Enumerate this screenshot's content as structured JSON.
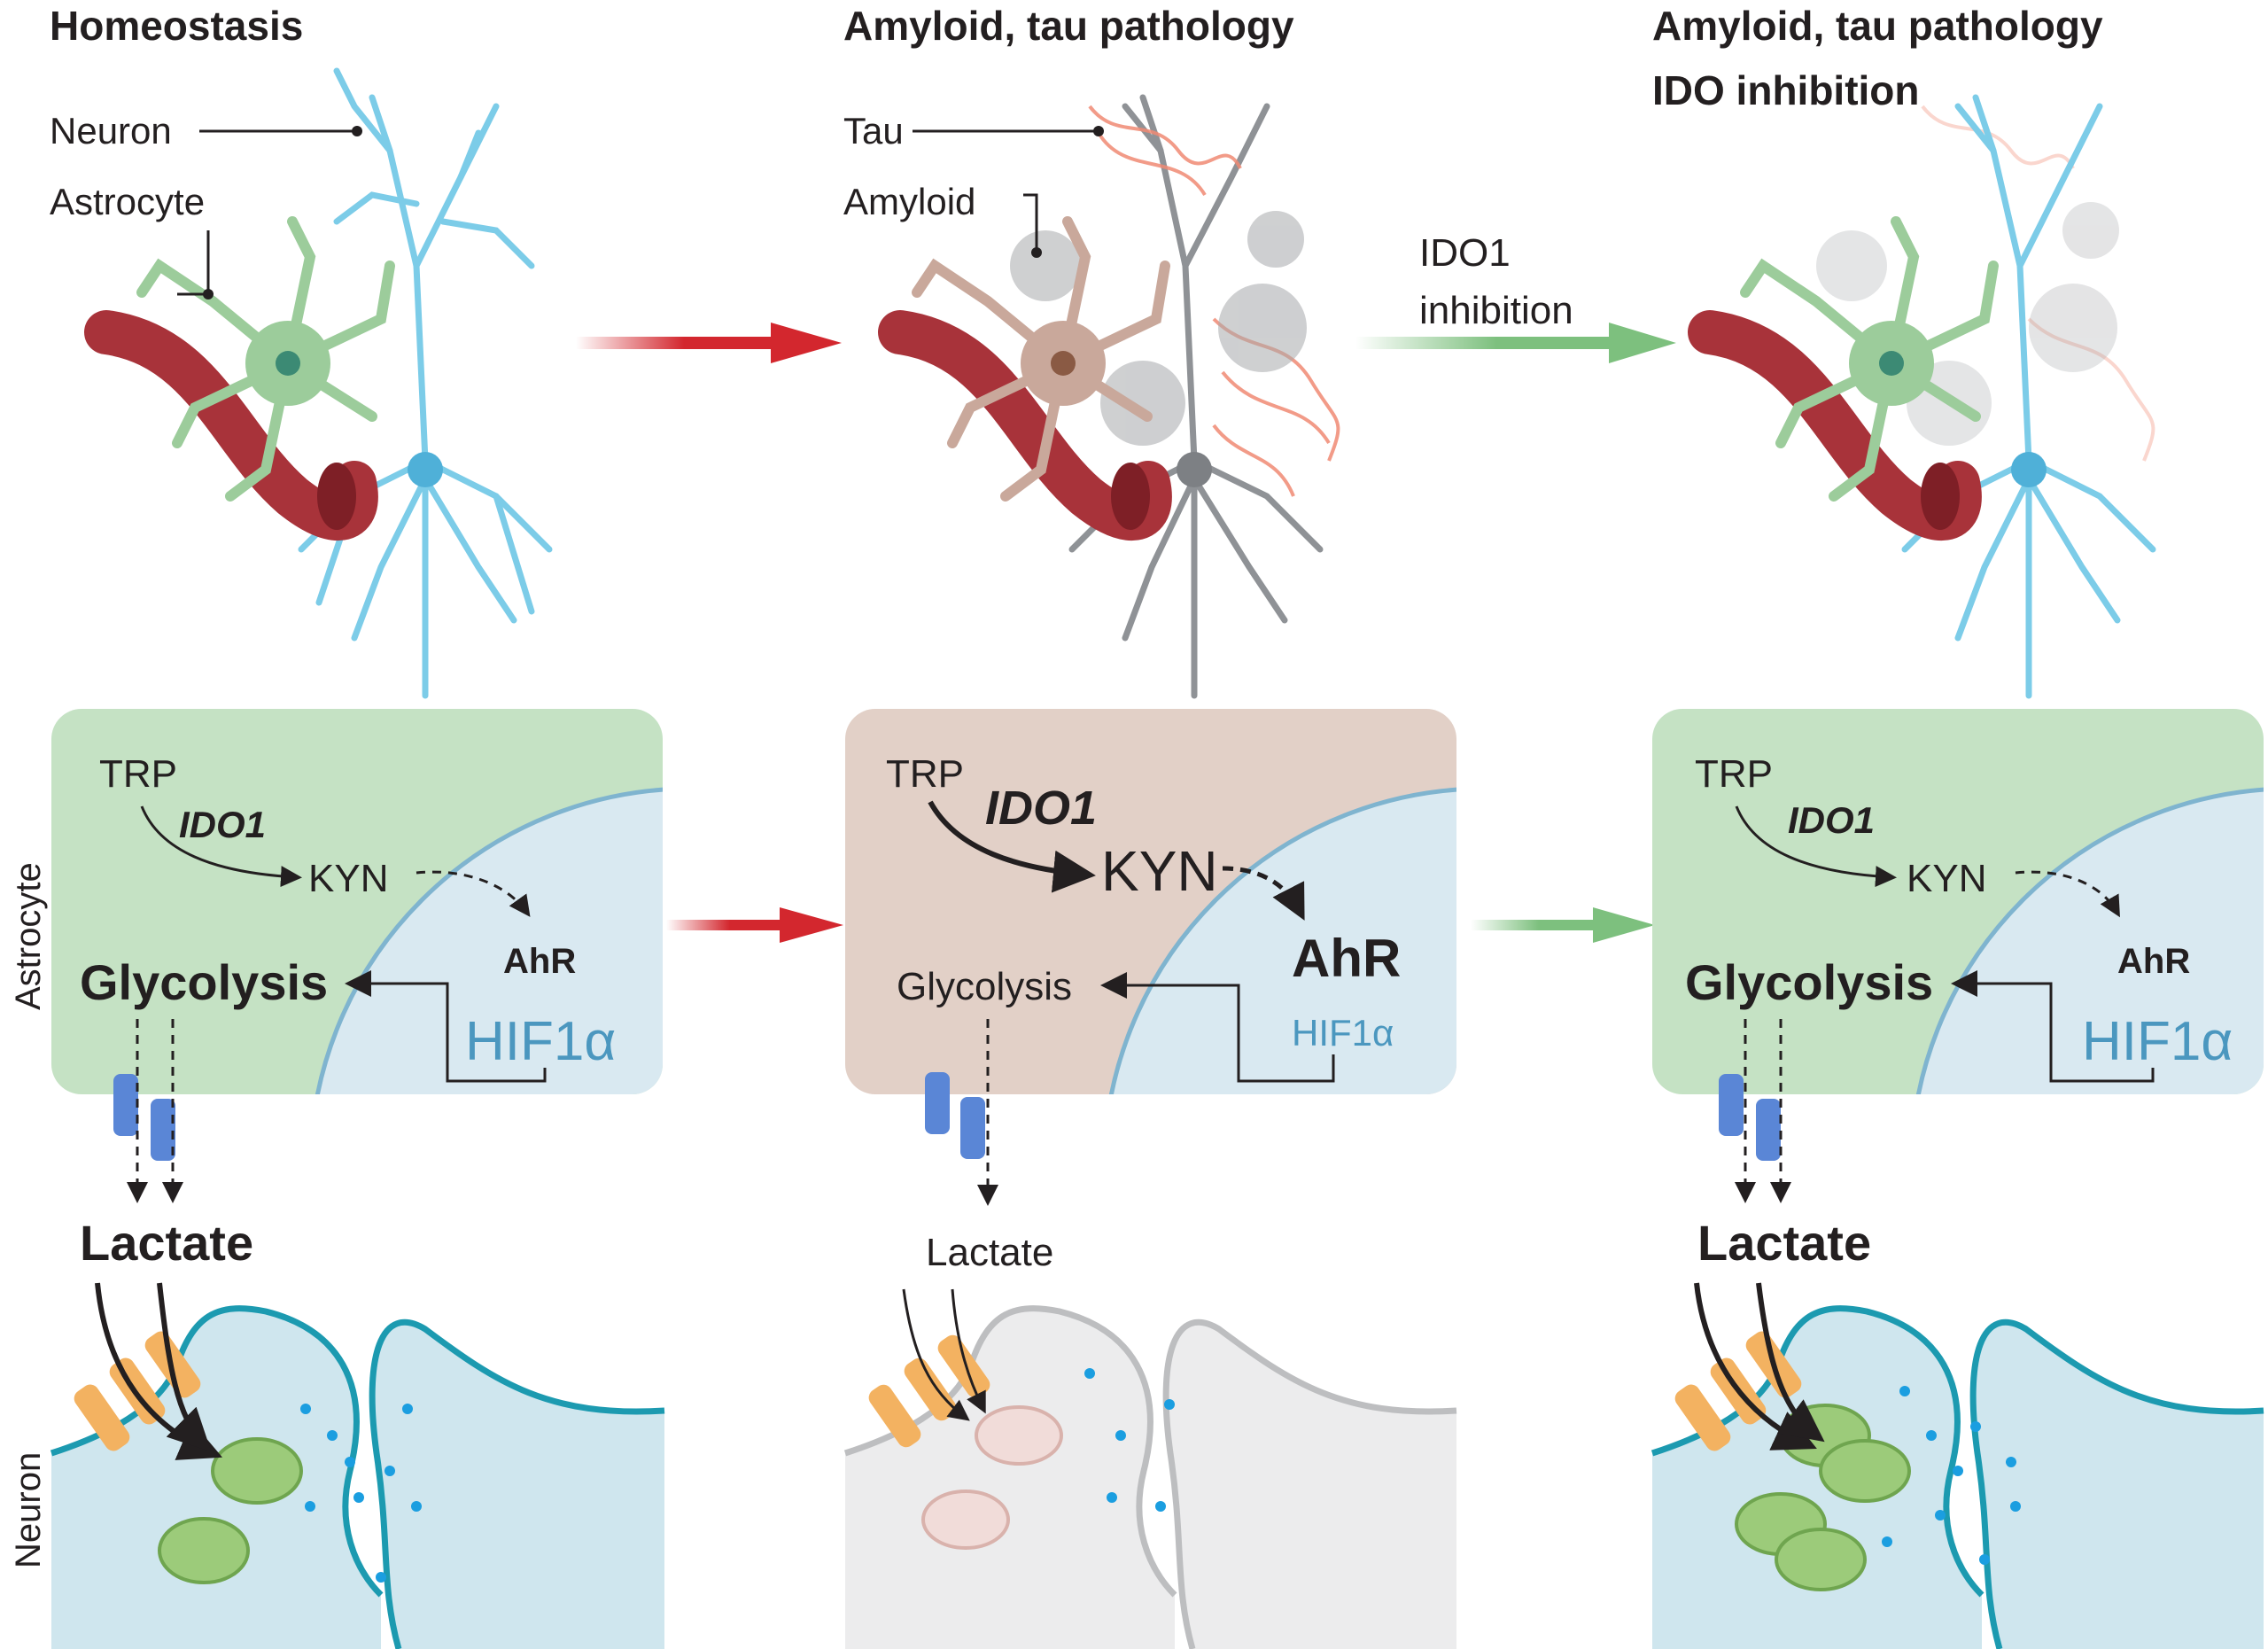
{
  "colors": {
    "astro_green": "#9ccc9b",
    "astro_green_fill": "#c5e2c4",
    "astro_tan": "#c9a89b",
    "astro_tan_fill": "#e2d0c7",
    "neuron_blue": "#7ccce8",
    "nucleus_fill": "#d9e9f1",
    "nucleus_edge": "#7fb4cf",
    "hif_blue": "#4b97bf",
    "red_arrow": "#d3272e",
    "green_arrow": "#7dc07e",
    "vessel": "#a8333a",
    "amyloid": "#a7a9ac",
    "tau": "#f08a74",
    "transporter": "#5a86d6",
    "mct": "#f3b261",
    "mito": "#9ccb7a",
    "synapse_teal": "#1c9ab0",
    "synapse_fill": "#cfe6ee",
    "synapse_grey": "#bdbec0",
    "vesicle": "#1b9ee0"
  },
  "side_labels": {
    "astrocyte": "Astrocyte",
    "neuron": "Neuron"
  },
  "panels": [
    {
      "title_line1": "Homeostasis",
      "title_line2": "",
      "callouts": [
        "Neuron",
        "Astrocyte"
      ],
      "box": {
        "trp": "TRP",
        "ido1": "IDO1",
        "kyn": "KYN",
        "ahr": "AhR",
        "hif": "HIF1α",
        "glycolysis": "Glycolysis"
      },
      "lactate": "Lactate"
    },
    {
      "title_line1": "Amyloid, tau pathology",
      "title_line2": "",
      "callouts": [
        "Tau",
        "Amyloid"
      ],
      "box": {
        "trp": "TRP",
        "ido1": "IDO1",
        "kyn": "KYN",
        "ahr": "AhR",
        "hif": "HIF1α",
        "glycolysis": "Glycolysis"
      },
      "lactate": "Lactate"
    },
    {
      "title_line1": "Amyloid, tau pathology",
      "title_line2": "IDO inhibition",
      "callouts": [],
      "box": {
        "trp": "TRP",
        "ido1": "IDO1",
        "kyn": "KYN",
        "ahr": "AhR",
        "hif": "HIF1α",
        "glycolysis": "Glycolysis"
      },
      "lactate": "Lactate"
    }
  ],
  "transition_label": {
    "line1": "IDO1",
    "line2": "inhibition"
  }
}
